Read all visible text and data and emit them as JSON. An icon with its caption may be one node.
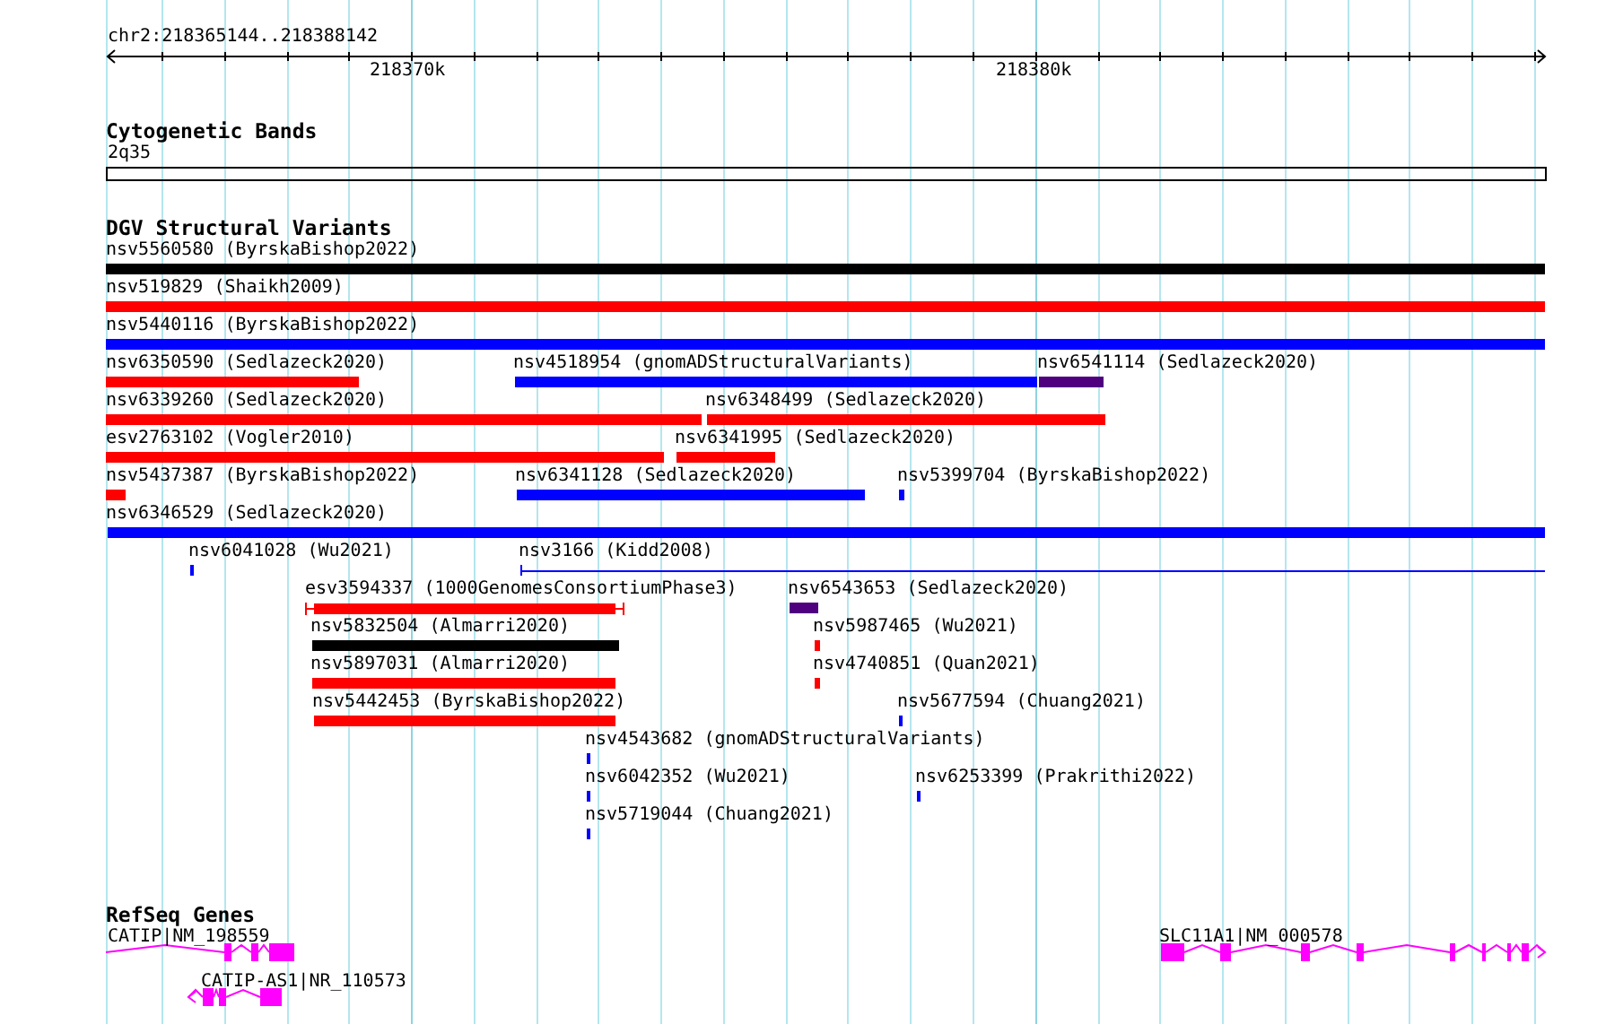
{
  "diagram": {
    "nodes": [
      {
        "text": [
          "nsv5560580 (ByrskaBishop2022)"
        ]
      },
      {
        "text": [
          "nsv519829 (Shaikh2009)"
        ]
      },
      {
        "text": [
          "nsv5440116 (ByrskaBishop2022)"
        ]
      },
      {
        "text": [
          "nsv6350590 (Sedlazeck2020)"
        ]
      },
      {
        "text": [
          "nsv4518954 (gnomADStructuralVariants)"
        ]
      },
      {
        "text": [
          "nsv6541114 (Sedlazeck2020)"
        ]
      },
      {
        "text": [
          "nsv6339260 (Sedlazeck2020)"
        ]
      },
      {
        "text": [
          "nsv6348499 (Sedlazeck2020)"
        ]
      },
      {
        "text": [
          "esv2763102 (Vogler2010)"
        ]
      },
      {
        "text": [
          "nsv6341995 (Sedlazeck2020)"
        ]
      },
      {
        "text": [
          "nsv5437387 (ByrskaBishop2022)"
        ]
      },
      {
        "text": [
          "nsv6341128 (Sedlazeck2020)"
        ]
      },
      {
        "text": [
          "nsv5399704 (ByrskaBishop2022)"
        ]
      },
      {
        "text": [
          "nsv6346529 (Sedlazeck2020)"
        ]
      },
      {
        "text": [
          "nsv6041028 (Wu2021)"
        ]
      },
      {
        "text": [
          "nsv3166 (Kidd2008)"
        ]
      },
      {
        "text": [
          "esv3594337 (1000GenomesConsortiumPhase3)"
        ]
      },
      {
        "text": [
          "nsv6543653 (Sedlazeck2020)"
        ]
      },
      {
        "text": [
          "nsv5832504 (Almarri2020)"
        ]
      },
      {
        "text": [
          "nsv5987465 (Wu2021)"
        ]
      },
      {
        "text": [
          "nsv5897031 (Almarri2020)"
        ]
      },
      {
        "text": [
          "nsv4740851 (Quan2021)"
        ]
      },
      {
        "text": [
          "nsv5442453 (ByrskaBishop2022)"
        ]
      },
      {
        "text": [
          "nsv5677594 (Chuang2021)"
        ]
      },
      {
        "text": [
          "nsv4543682 (gnomADStructuralVariants)"
        ]
      },
      {
        "text": [
          "nsv6042352 (Wu2021)"
        ]
      },
      {
        "text": [
          "nsv6253399 (Prakrithi2022)"
        ]
      },
      {
        "text": [
          "nsv5719044 (Chuang2021)"
        ]
      },
      {
        "text": [
          "CATIP|NM_198559"
        ]
      },
      {
        "text": [
          "SLC11A1|NM_000578"
        ]
      },
      {
        "text": [
          "CATIP-AS1|NR_110573"
        ]
      }
    ],
    "labels": [
      "chr2:218365144..218388142",
      "218370k",
      "218380k",
      "Cytogenetic Bands",
      "2q35",
      "DGV Structural Variants",
      "RefSeq Genes"
    ]
  }
}
